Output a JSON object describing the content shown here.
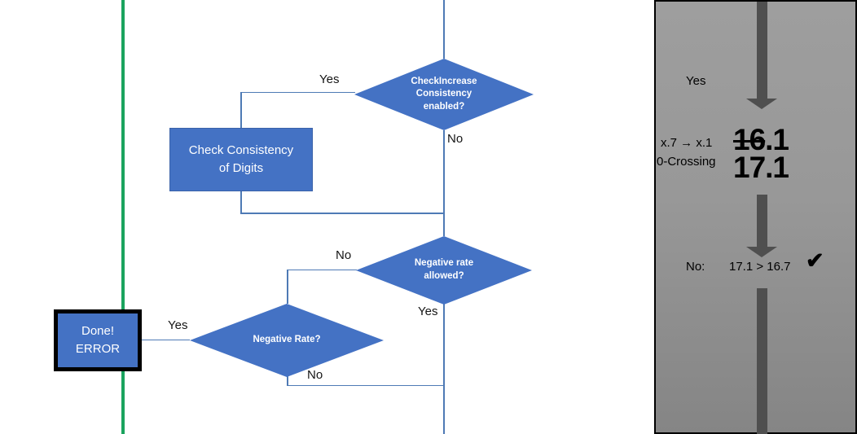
{
  "colors": {
    "node_blue": "#4472C4",
    "connector_blue": "#4E7AB5",
    "green_line": "#1BA35E",
    "panel_gray_top": "#9E9E9E",
    "panel_gray_bottom": "#858585",
    "arrow_gray": "#4F4F4F",
    "done_box_border": "#000000"
  },
  "flowchart": {
    "diamond_check_increase": {
      "line1": "CheckIncrease",
      "line2": "Consistency",
      "line3": "enabled?"
    },
    "label_yes_top": "Yes",
    "label_no_top": "No",
    "box_check_consistency": {
      "line1": "Check Consistency",
      "line2": "of Digits"
    },
    "diamond_negative_rate_allowed": {
      "line1": "Negative rate",
      "line2": "allowed?"
    },
    "label_no_mid": "No",
    "label_yes_mid": "Yes",
    "diamond_negative_rate": {
      "line1": "Negative Rate?"
    },
    "label_yes_bottom": "Yes",
    "label_no_bottom": "No",
    "box_done": {
      "line1": "Done!",
      "line2": "ERROR"
    }
  },
  "side_panel": {
    "label_yes": "Yes",
    "mapping_line1": "x.7 → x.1",
    "mapping_line2": "0-Crossing",
    "old_value_struck": "16",
    "old_value_rest": ".1",
    "new_value": "17.1",
    "result_label": "No:",
    "result_comparison": "17.1 > 16.7",
    "checkmark_icon": "✔"
  }
}
